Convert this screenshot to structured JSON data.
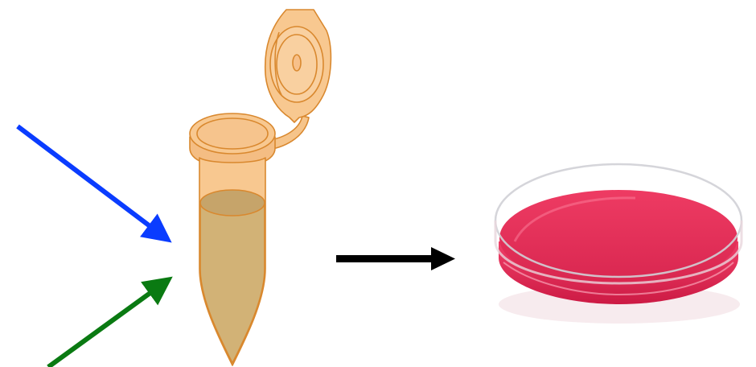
{
  "diagram": {
    "elements": [
      "blue-input-arrow",
      "green-input-arrow",
      "microcentrifuge-tube",
      "output-arrow",
      "petri-dish"
    ]
  },
  "colors": {
    "background": "#ffffff",
    "blue_arrow": "#0a3cff",
    "green_arrow": "#0a7a12",
    "black_arrow": "#000000",
    "tube_body": "#f7c890",
    "tube_outline": "#d9882e",
    "tube_liquid": "#d2b276",
    "tube_liquid_surface": "#c6a46a",
    "dish_medium": "#e8325a",
    "dish_medium_dark": "#c81d45",
    "dish_rim": "#f6e9ee",
    "dish_rim_outline": "#c9c9cf"
  }
}
